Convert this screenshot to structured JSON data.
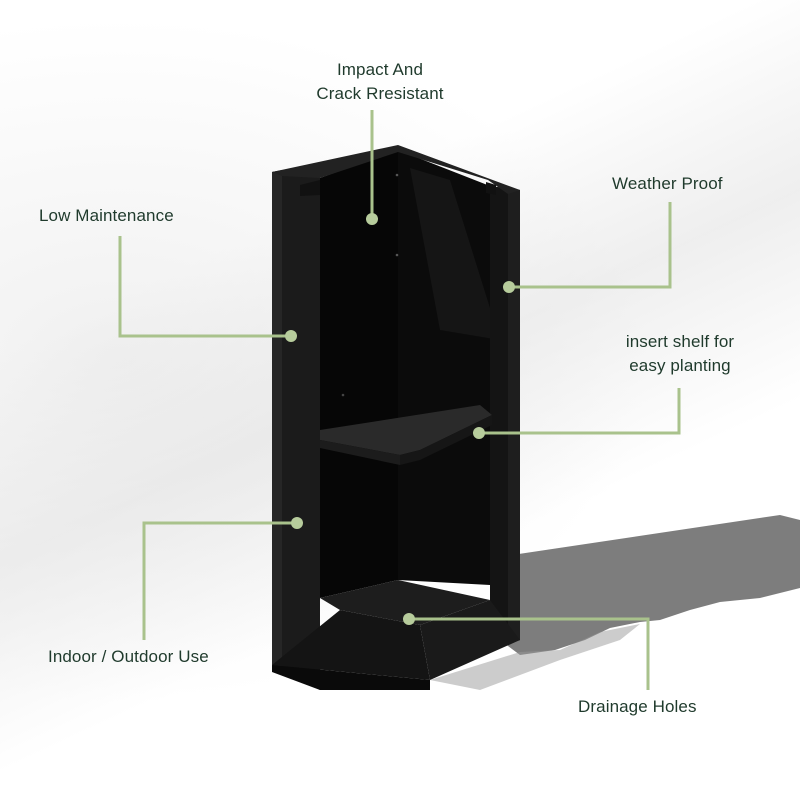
{
  "colors": {
    "callout_line": "#a9c28c",
    "callout_dot": "#b7cc9c",
    "label_text": "#1f3a2c",
    "product_black": "#0d0d0d",
    "shadow_grey": "#7a7a7a"
  },
  "product": {
    "name-icon": "corner-planter-black",
    "description": "Black corner planter with insert shelf"
  },
  "callouts": [
    {
      "id": "impact",
      "line1": "Impact And",
      "line2": "Crack Rresistant"
    },
    {
      "id": "low-maintenance",
      "line1": "Low Maintenance"
    },
    {
      "id": "weather-proof",
      "line1": "Weather Proof"
    },
    {
      "id": "insert-shelf",
      "line1": "insert shelf for",
      "line2": "easy planting"
    },
    {
      "id": "indoor-outdoor",
      "line1": "Indoor / Outdoor Use"
    },
    {
      "id": "drainage",
      "line1": "Drainage Holes"
    }
  ]
}
